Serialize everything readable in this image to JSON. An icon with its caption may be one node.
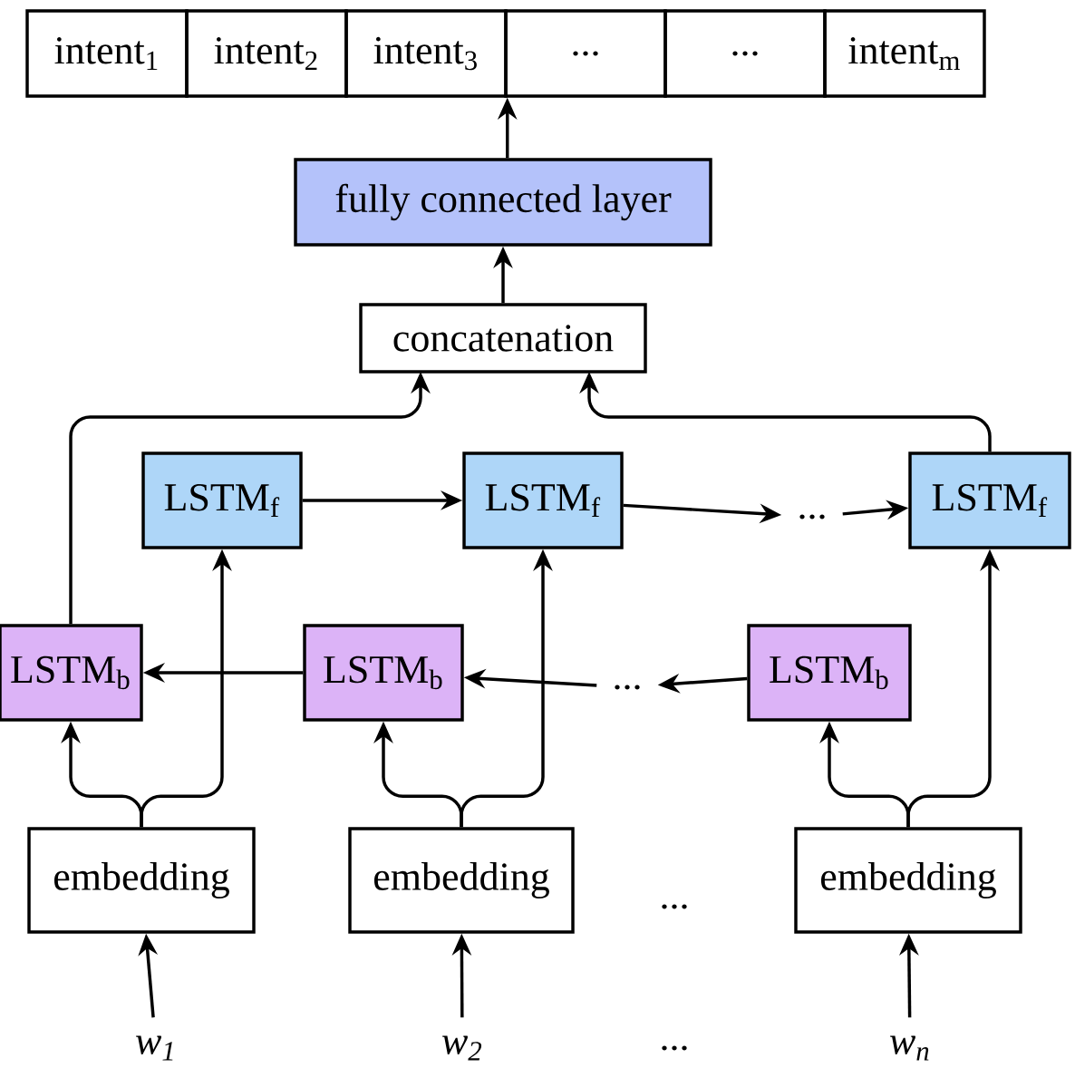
{
  "diagram": {
    "nodes": [
      {
        "text": [
          "intent$_{1}$"
        ]
      },
      {
        "text": [
          "intent$_{2}$"
        ]
      },
      {
        "text": [
          "intent$_{3}$"
        ]
      },
      {
        "text": [
          "..."
        ]
      },
      {
        "text": [
          "..."
        ]
      },
      {
        "text": [
          "intent$_{m}$"
        ]
      },
      {
        "text": [
          "fully connected layer"
        ]
      },
      {
        "text": [
          "concatenation"
        ]
      },
      {
        "text": [
          "LSTM$_{f}$"
        ]
      },
      {
        "text": [
          "LSTM$_{f}$"
        ]
      },
      {
        "text": [
          "..."
        ]
      },
      {
        "text": [
          "LSTM$_{f}$"
        ]
      },
      {
        "text": [
          "LSTM$_{b}$"
        ]
      },
      {
        "text": [
          "LSTM$_{b}$"
        ]
      },
      {
        "text": [
          "..."
        ]
      },
      {
        "text": [
          "LSTM$_{b}$"
        ]
      },
      {
        "text": [
          "embedding"
        ]
      },
      {
        "text": [
          "embedding"
        ]
      },
      {
        "text": [
          "embedding"
        ]
      },
      {
        "text": [
          "w$_{1}$"
        ]
      },
      {
        "text": [
          "w$_{2}$"
        ]
      },
      {
        "text": [
          "w$_{n}$"
        ]
      }
    ],
    "edges": [
      {
        "from": 6,
        "to": 2,
        "arrow": "to"
      },
      {
        "from": 7,
        "to": 6,
        "arrow": "to"
      },
      {
        "from": 12,
        "to": 7,
        "arrow": "to"
      },
      {
        "from": 11,
        "to": 7,
        "arrow": "to"
      },
      {
        "from": 8,
        "to": 9,
        "arrow": "to"
      },
      {
        "from": 9,
        "to": 10,
        "arrow": "to"
      },
      {
        "from": 10,
        "to": 11,
        "arrow": "to"
      },
      {
        "from": 15,
        "to": 14,
        "arrow": "to"
      },
      {
        "from": 14,
        "to": 13,
        "arrow": "to"
      },
      {
        "from": 13,
        "to": 12,
        "arrow": "to"
      },
      {
        "from": 16,
        "to": 12,
        "arrow": "to"
      },
      {
        "from": 16,
        "to": 8,
        "arrow": "to"
      },
      {
        "from": 17,
        "to": 13,
        "arrow": "to"
      },
      {
        "from": 17,
        "to": 9,
        "arrow": "to"
      },
      {
        "from": 18,
        "to": 15,
        "arrow": "to"
      },
      {
        "from": 18,
        "to": 11,
        "arrow": "to"
      },
      {
        "from": 19,
        "to": 16,
        "arrow": "to"
      },
      {
        "from": 20,
        "to": 17,
        "arrow": "to"
      },
      {
        "from": 21,
        "to": 18,
        "arrow": "to"
      }
    ],
    "labels": [
      "...",
      "..."
    ]
  }
}
